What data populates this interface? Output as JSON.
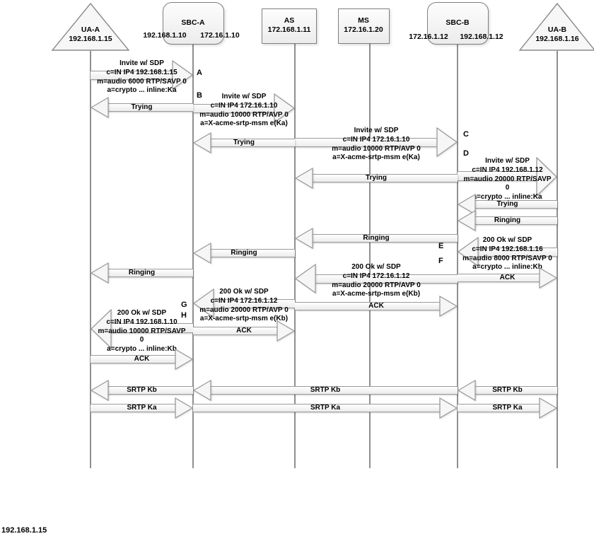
{
  "entities": {
    "uaa": {
      "name": "UA-A",
      "ip": "192.168.1.15"
    },
    "sbca": {
      "name": "SBC-A",
      "ip_left": "192.168.1.10",
      "ip_right": "172.16.1.10"
    },
    "as": {
      "name": "AS",
      "ip": "172.168.1.11"
    },
    "ms": {
      "name": "MS",
      "ip": "172.16.1.20"
    },
    "sbcb": {
      "name": "SBC-B",
      "ip_left": "172.16.1.12",
      "ip_right": "192.168.1.12"
    },
    "uab": {
      "name": "UA-B",
      "ip": "192.168.1.16"
    }
  },
  "step_labels": {
    "a": "A",
    "b": "B",
    "c": "C",
    "d": "D",
    "e": "E",
    "f": "F",
    "g": "G",
    "h": "H"
  },
  "messages": {
    "invite_uaa_sbca": {
      "lines": [
        "Invite w/ SDP",
        "c=IN IP4 192.168.1.15",
        "m=audio 6000 RTP/SAVP 0",
        "a=crypto ... inline:Ka"
      ]
    },
    "trying_sbca_uaa": {
      "label": "Trying"
    },
    "invite_sbca_as": {
      "lines": [
        "Invite w/ SDP",
        "c=IN IP4 172.16.1.10",
        "m=audio 10000 RTP/AVP 0",
        "a=X-acme-srtp-msm e(Ka)"
      ]
    },
    "trying_as_sbca": {
      "label": "Trying"
    },
    "invite_as_sbcb": {
      "lines": [
        "Invite w/ SDP",
        "c=IN IP4 172.16.1.10",
        "m=audio 10000 RTP/AVP 0",
        "a=X-acme-srtp-msm e(Ka)"
      ]
    },
    "trying_sbcb_as": {
      "label": "Trying"
    },
    "invite_sbcb_uab": {
      "lines": [
        "Invite w/ SDP",
        "c=IN IP4 192.168.1.12",
        "m=audio 20000 RTP/SAVP",
        "0",
        "a=crypto ... inline:Ka"
      ]
    },
    "trying_uab_sbcb": {
      "label": "Trying"
    },
    "ringing_uab_sbcb": {
      "label": "Ringing"
    },
    "ringing_sbcb_as": {
      "label": "Ringing"
    },
    "ringing_as_sbca": {
      "label": "Ringing"
    },
    "ringing_sbca_uaa": {
      "label": "Ringing"
    },
    "ok_uab_sbcb": {
      "lines": [
        "200 Ok w/ SDP",
        "c=IN IP4 192.168.1.16",
        "m=audio 8000 RTP/SAVP 0",
        "a=crypto ... inline:Kb"
      ]
    },
    "ack_sbcb_uab": {
      "label": "ACK"
    },
    "ok_sbcb_as": {
      "lines": [
        "200 Ok w/ SDP",
        "c=IN IP4 172.16.1.12",
        "m=audio 20000 RTP/AVP 0",
        "a=X-acme-srtp-msm e(Kb)"
      ]
    },
    "ack_as_sbcb": {
      "label": "ACK"
    },
    "ok_as_sbca": {
      "lines": [
        "200 Ok w/ SDP",
        "c=IN IP4 172.16.1.12",
        "m=audio 20000 RTP/AVP 0",
        "a=X-acme-srtp-msm e(Kb)"
      ]
    },
    "ack_sbca_as": {
      "label": "ACK"
    },
    "ok_sbca_uaa": {
      "lines": [
        "200 Ok w/ SDP",
        "c=IN IP4 192.168.1.10",
        "m=audio 10000 RTP/SAVP",
        "0",
        "a=crypto ... inline:Kb"
      ]
    },
    "ack_uaa_sbca": {
      "label": "ACK"
    },
    "srtp_kb_uaa_leg": {
      "label": "SRTP Kb"
    },
    "srtp_kb_mid_leg": {
      "label": "SRTP Kb"
    },
    "srtp_kb_uab_leg": {
      "label": "SRTP Kb"
    },
    "srtp_ka_uaa_leg": {
      "label": "SRTP Ka"
    },
    "srtp_ka_mid_leg": {
      "label": "SRTP Ka"
    },
    "srtp_ka_uab_leg": {
      "label": "SRTP Ka"
    }
  },
  "footer": {
    "ip": "192.168.1.15"
  },
  "colors": {
    "shape_border": "#7f7f7f",
    "arrow_border": "#9b9b9b",
    "fill": "#ececec",
    "text": "#000000"
  }
}
